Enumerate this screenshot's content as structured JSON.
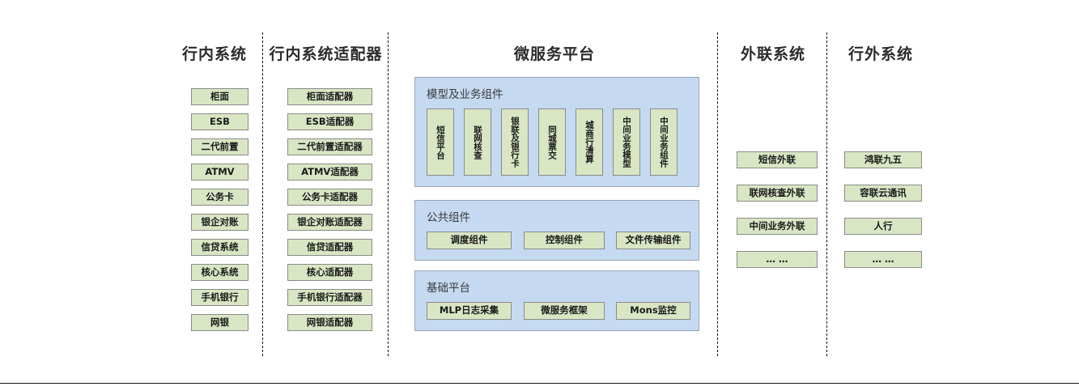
{
  "columns": [
    {
      "id": "in-bank-systems",
      "title": "行内系统",
      "items": [
        "柜面",
        "ESB",
        "二代前置",
        "ATMV",
        "公务卡",
        "银企对账",
        "信贷系统",
        "核心系统",
        "手机银行",
        "网银"
      ]
    },
    {
      "id": "in-bank-adapters",
      "title": "行内系统适配器",
      "items": [
        "柜面适配器",
        "ESB适配器",
        "二代前置适配器",
        "ATMV适配器",
        "公务卡适配器",
        "银企对账适配器",
        "信贷适配器",
        "核心适配器",
        "手机银行适配器",
        "网银适配器"
      ]
    },
    {
      "id": "microservice-platform",
      "title": "微服务平台"
    },
    {
      "id": "external-link-systems",
      "title": "外联系统",
      "items": [
        "短信外联",
        "联网核查外联",
        "中间业务外联",
        "… …"
      ]
    },
    {
      "id": "off-bank-systems",
      "title": "行外系统",
      "items": [
        "鸿联九五",
        "容联云通讯",
        "人行",
        "… …"
      ]
    }
  ],
  "platform": {
    "groups": [
      {
        "id": "model-business-components",
        "title": "模型及业务组件",
        "orientation": "vertical",
        "items": [
          "短信平台",
          "联网核查",
          "银联及银行卡",
          "同城票交",
          "城商行清算",
          "中间业务模型",
          "中间业务组件"
        ]
      },
      {
        "id": "public-components",
        "title": "公共组件",
        "orientation": "horizontal",
        "items": [
          "调度组件",
          "控制组件",
          "文件传输组件"
        ]
      },
      {
        "id": "base-platform",
        "title": "基础平台",
        "orientation": "horizontal",
        "items": [
          "MLP日志采集",
          "微服务框架",
          "Mons监控"
        ]
      }
    ]
  },
  "colors": {
    "node_fill": "#d9e6c4",
    "node_border": "#8a8a8a",
    "panel_fill": "#c5d9f1",
    "panel_border": "#9aa7b5",
    "text": "#1a1a1a",
    "divider": "#111111"
  }
}
